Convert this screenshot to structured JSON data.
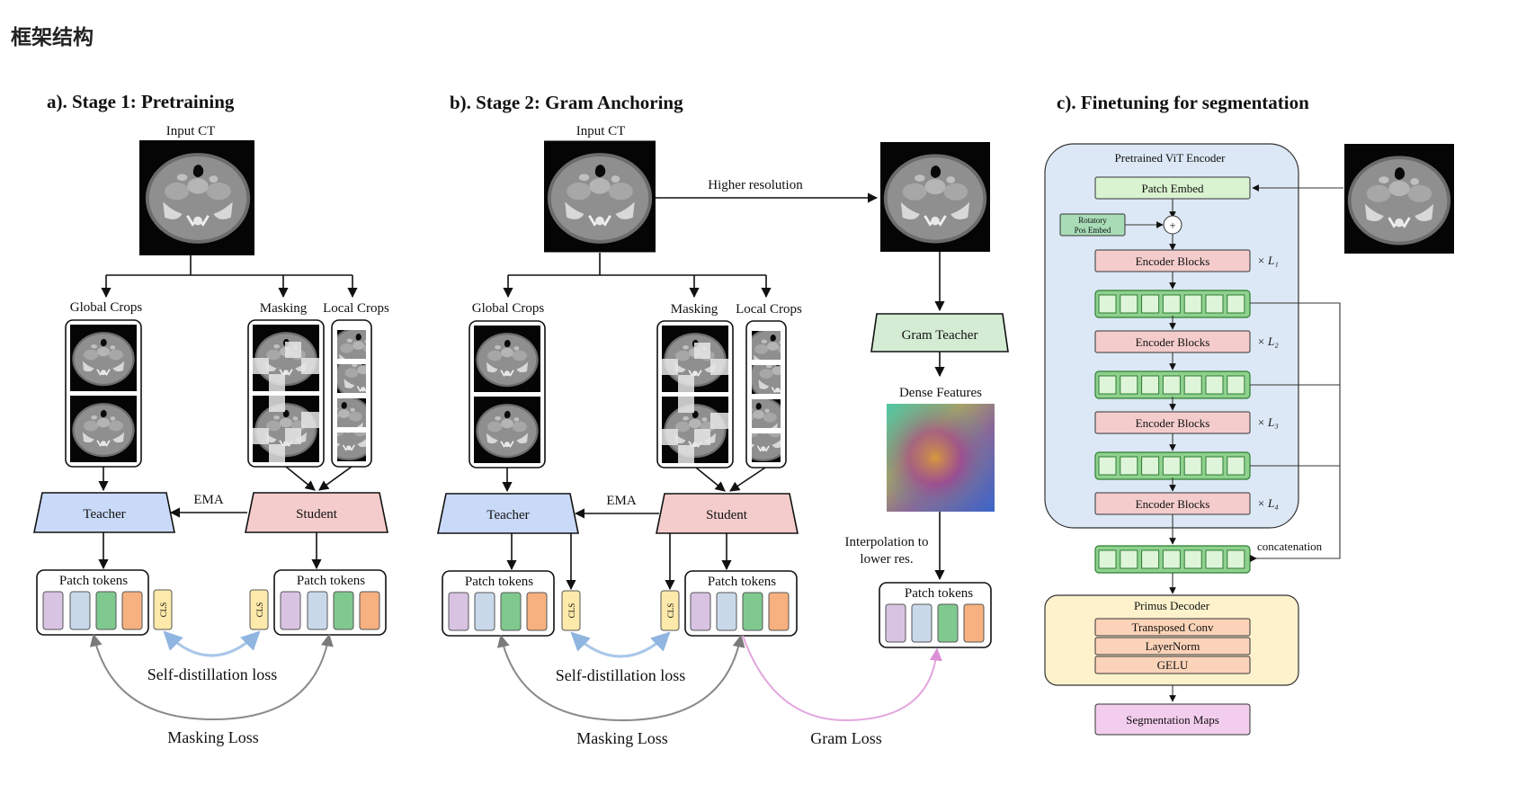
{
  "page_title": "框架结构",
  "sections": {
    "stage1": {
      "title": "a). Stage 1: Pretraining",
      "input_label": "Input CT",
      "global_crops": "Global Crops",
      "masking": "Masking",
      "local_crops": "Local Crops",
      "teacher": "Teacher",
      "student": "Student",
      "ema": "EMA",
      "patch_tokens": "Patch tokens",
      "cls": "CLS",
      "self_distillation_loss": "Self-distillation loss",
      "masking_loss": "Masking Loss"
    },
    "stage2": {
      "title": "b). Stage 2: Gram Anchoring",
      "input_label": "Input CT",
      "higher_resolution": "Higher resolution",
      "global_crops": "Global Crops",
      "masking": "Masking",
      "local_crops": "Local Crops",
      "teacher": "Teacher",
      "student": "Student",
      "ema": "EMA",
      "patch_tokens": "Patch tokens",
      "cls": "CLS",
      "self_distillation_loss": "Self-distillation loss",
      "masking_loss": "Masking Loss",
      "gram_teacher": "Gram Teacher",
      "dense_features": "Dense Features",
      "interpolation_line1": "Interpolation to",
      "interpolation_line2": "lower res.",
      "gram_patch_tokens": "Patch tokens",
      "gram_loss": "Gram Loss"
    },
    "stage3": {
      "title": "c). Finetuning for segmentation",
      "encoder_title": "Pretrained ViT Encoder",
      "patch_embed": "Patch Embed",
      "rotary_line1": "Rotatory",
      "rotary_line2": "Pos Embed",
      "plus": "+",
      "encoder_blocks": [
        "Encoder Blocks",
        "Encoder Blocks",
        "Encoder Blocks",
        "Encoder Blocks"
      ],
      "multipliers": [
        "× L₁",
        "× L₂",
        "× L₃",
        "× L₄"
      ],
      "concatenation": "concatenation",
      "decoder_title": "Primus Decoder",
      "decoder_layers": [
        "Transposed Conv",
        "LayerNorm",
        "GELU"
      ],
      "segmentation_maps": "Segmentation Maps"
    }
  },
  "colors": {
    "teacher_fill": "#c9daf8",
    "student_fill": "#f4cccc",
    "gram_teacher_fill": "#d5ecd4",
    "token_purple": "#d9c3e3",
    "token_blue": "#c9d9ea",
    "token_green": "#7fc98f",
    "token_orange": "#f7b07f",
    "cls_fill": "#fde9a9",
    "self_distill_arc": "#a9c7e8",
    "gram_arc": "#e4a6df",
    "masking_arc": "#8a8a8a",
    "encoder_panel": "#dce8f5",
    "patch_embed_fill": "#d9f2d0",
    "encoder_block_fill": "#f4cccc",
    "token_green_light": "#dff5da",
    "decoder_panel": "#fdf2cc",
    "decoder_layer_fill": "#fbd3b8",
    "segmentation_fill": "#f3cdee"
  }
}
